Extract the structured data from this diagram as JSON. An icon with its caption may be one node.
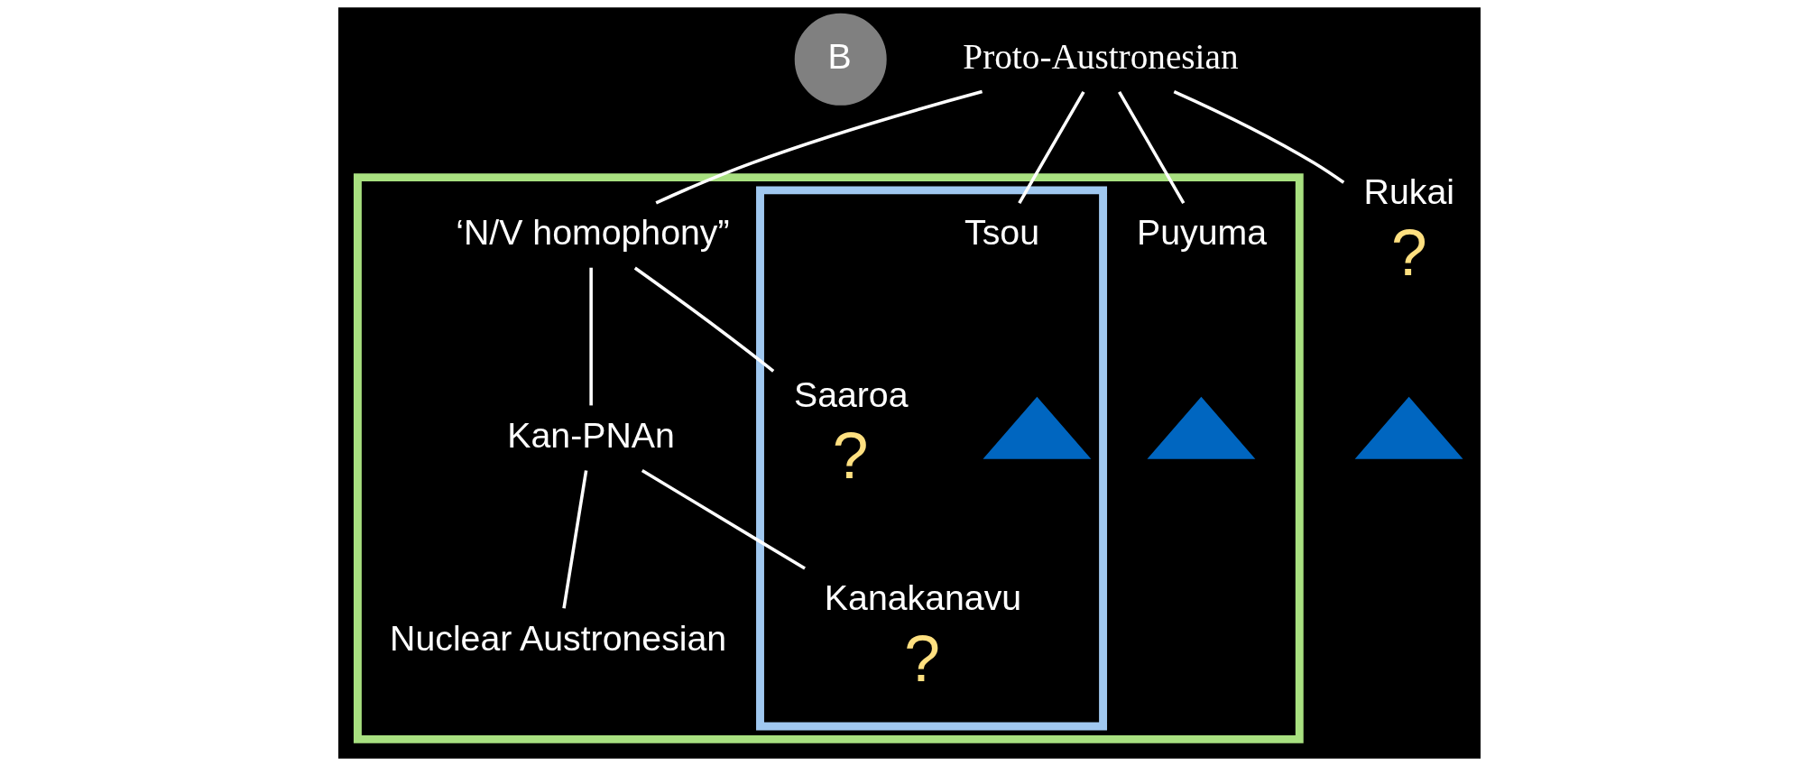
{
  "diagram": {
    "nodes": [
      {
        "text": [
          "B"
        ]
      },
      {
        "text": [
          "Proto-Austronesian"
        ]
      },
      {
        "text": [
          "Rukai"
        ],
        "beside": [
          "?"
        ]
      },
      {
        "text": [],
        "shape": "box"
      },
      {
        "text": [
          "Puyuma"
        ],
        "in": 3
      },
      {
        "text": [],
        "shape": "box",
        "in": 3
      },
      {
        "text": [
          "Tsou"
        ],
        "in": 5
      },
      {
        "text": [
          "‘N/V homophony”"
        ],
        "in": 3
      },
      {
        "text": [],
        "shape": "triangle"
      },
      {
        "text": [],
        "shape": "triangle",
        "in": 3
      },
      {
        "text": [],
        "shape": "triangle",
        "in": 5
      },
      {
        "text": [
          "Saaroa"
        ],
        "in": 5,
        "beside": [
          "?"
        ]
      },
      {
        "text": [
          "Kan-PNAn"
        ],
        "in": 3
      },
      {
        "text": [
          "Kanakanavu"
        ],
        "in": 5,
        "beside": [
          "?"
        ]
      },
      {
        "text": [
          "Nuclear Austronesian"
        ],
        "in": 3
      }
    ],
    "edges": [
      {
        "from": 1,
        "to": 2,
        "arrow": "none"
      },
      {
        "from": 1,
        "to": 4,
        "arrow": "none"
      },
      {
        "from": 1,
        "to": 6,
        "arrow": "none"
      },
      {
        "from": 1,
        "to": 7,
        "arrow": "none"
      },
      {
        "from": 7,
        "to": 11,
        "arrow": "none"
      },
      {
        "from": 7,
        "to": 12,
        "arrow": "none"
      },
      {
        "from": 12,
        "to": 13,
        "arrow": "none"
      },
      {
        "from": 12,
        "to": 14,
        "arrow": "none"
      }
    ]
  }
}
